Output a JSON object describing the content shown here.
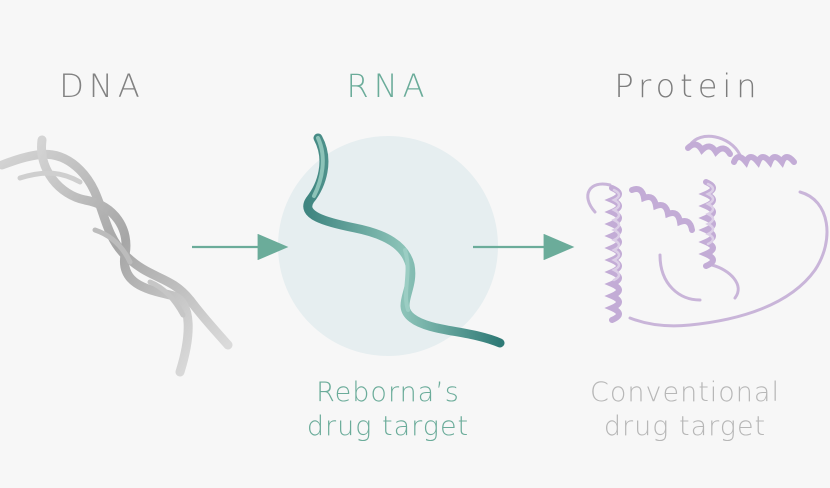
{
  "columns": {
    "dna": {
      "title": "DNA",
      "icon": "dna-double-helix-icon"
    },
    "rna": {
      "title": "RNA",
      "icon": "rna-strand-icon",
      "caption_line1": "Reborna’s",
      "caption_line2": "drug target"
    },
    "protein": {
      "title": "Protein",
      "icon": "protein-structure-icon",
      "caption_line1": "Conventional",
      "caption_line2": "drug target"
    }
  },
  "colors": {
    "background": "#f7f7f7",
    "dna_gray": "#a9a9a9",
    "rna_teal": "#5d9d94",
    "arrow_teal": "#6bac9a",
    "highlight_circle": "#e6eef0",
    "protein_lilac": "#c9b5d9",
    "caption_gray": "#b7b7b7"
  },
  "arrows": [
    "dna-to-rna-arrow",
    "rna-to-protein-arrow"
  ]
}
